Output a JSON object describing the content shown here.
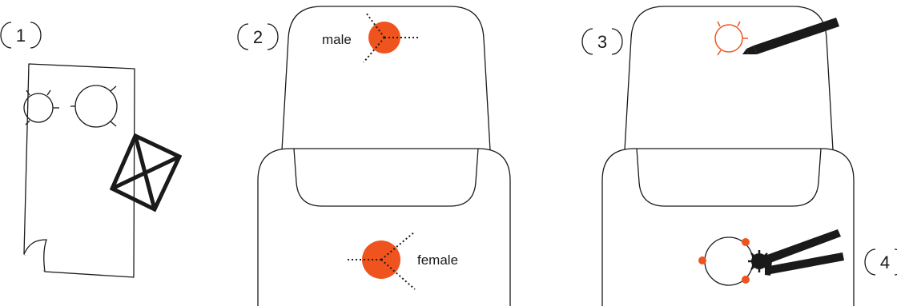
{
  "steps": {
    "step1": "1",
    "step2": "2",
    "step3": "3",
    "step4": "4"
  },
  "labels": {
    "male": "male",
    "female": "female"
  },
  "colors": {
    "accent": "#f0541e",
    "stroke": "#1a1a1a",
    "background": "#ffffff"
  }
}
